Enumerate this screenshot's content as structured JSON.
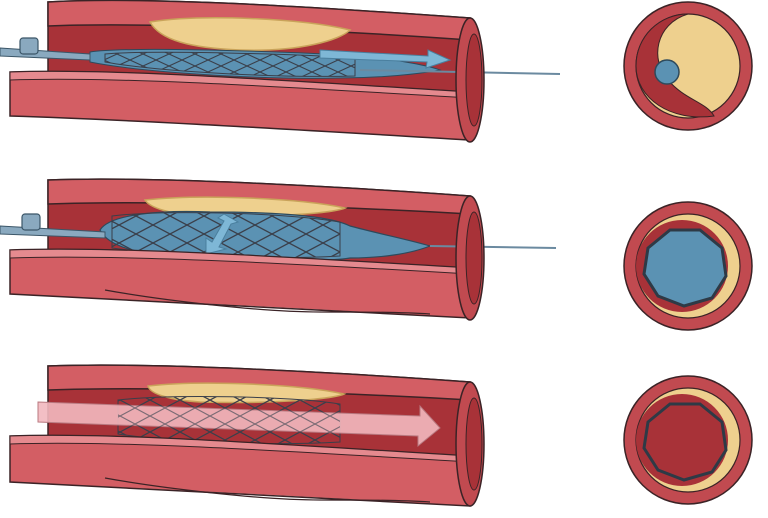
{
  "diagram": {
    "panels": [
      {
        "step": 1,
        "stage": "catheter-insertion",
        "balloon": "deflated",
        "stent": "crimped",
        "flow_arrow": "guidewire-direction"
      },
      {
        "step": 2,
        "stage": "balloon-inflation",
        "balloon": "inflated",
        "stent": "expanding",
        "flow_arrow": "radial-expansion"
      },
      {
        "step": 3,
        "stage": "stent-deployed",
        "balloon": "removed",
        "stent": "expanded",
        "flow_arrow": "blood-flow"
      }
    ],
    "colors": {
      "vessel_outer": "#d35e64",
      "vessel_wall": "#c14a50",
      "vessel_inner": "#a83238",
      "vessel_dark": "#8c262c",
      "plaque": "#eed08e",
      "plaque_edge": "#c9a35a",
      "balloon": "#5b92b3",
      "catheter": "#8aa9bf",
      "arrow_blue": "#7eb7d6",
      "arrow_pink": "#f2b8bf",
      "stent": "#3a3f4a",
      "outline": "#3b2326"
    }
  }
}
